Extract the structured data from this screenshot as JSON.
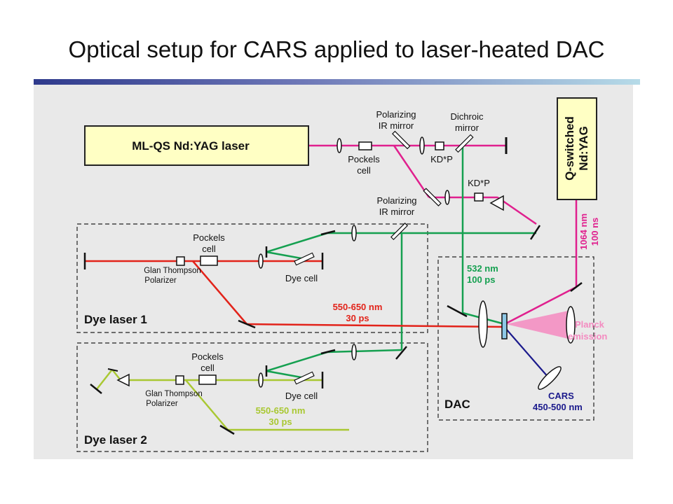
{
  "title": "Optical setup for CARS applied to laser-heated DAC",
  "colors": {
    "ir_beam": "#e0208e",
    "green_beam": "#15a050",
    "red_beam": "#e2231a",
    "yellow_beam": "#a9c832",
    "cars_beam": "#1b1a8c",
    "planck": "#f48ac0",
    "laser_box": "#ffffc4",
    "background": "#e9e9e9"
  },
  "labels": {
    "ml_laser": "ML-QS Nd:YAG laser",
    "q_switched_line1": "Q-switched",
    "q_switched_line2": "Nd:YAG",
    "polarizing_ir_mirror_top_1": "Polarizing",
    "polarizing_ir_mirror_top_2": "IR mirror",
    "dichroic_1": "Dichroic",
    "dichroic_2": "mirror",
    "pockels_top_1": "Pockels",
    "pockels_top_2": "cell",
    "kdp_1": "KD*P",
    "kdp_2": "KD*P",
    "polarizing_ir_mirror_mid_1": "Polarizing",
    "polarizing_ir_mirror_mid_2": "IR mirror",
    "ir_wavelength": "1064 nm",
    "ir_pulse": "100 ns",
    "green_wavelength": "532 nm",
    "green_pulse": "100 ps",
    "dye1_pockels_1": "Pockels",
    "dye1_pockels_2": "cell",
    "dye1_glan_1": "Glan Thompson",
    "dye1_glan_2": "Polarizer",
    "dye1_dye_cell": "Dye cell",
    "dye1_label": "Dye laser 1",
    "red_wavelength": "550-650 nm",
    "red_pulse": "30 ps",
    "dye2_pockels_1": "Pockels",
    "dye2_pockels_2": "cell",
    "dye2_glan_1": "Glan Thompson",
    "dye2_glan_2": "Polarizer",
    "dye2_dye_cell": "Dye cell",
    "yellow_wavelength": "550-650 nm",
    "yellow_pulse": "30 ps",
    "dye2_label": "Dye laser 2",
    "planck_1": "Planck",
    "planck_2": "emission",
    "cars_1": "CARS",
    "cars_2": "450-500 nm",
    "dac_label": "DAC"
  }
}
